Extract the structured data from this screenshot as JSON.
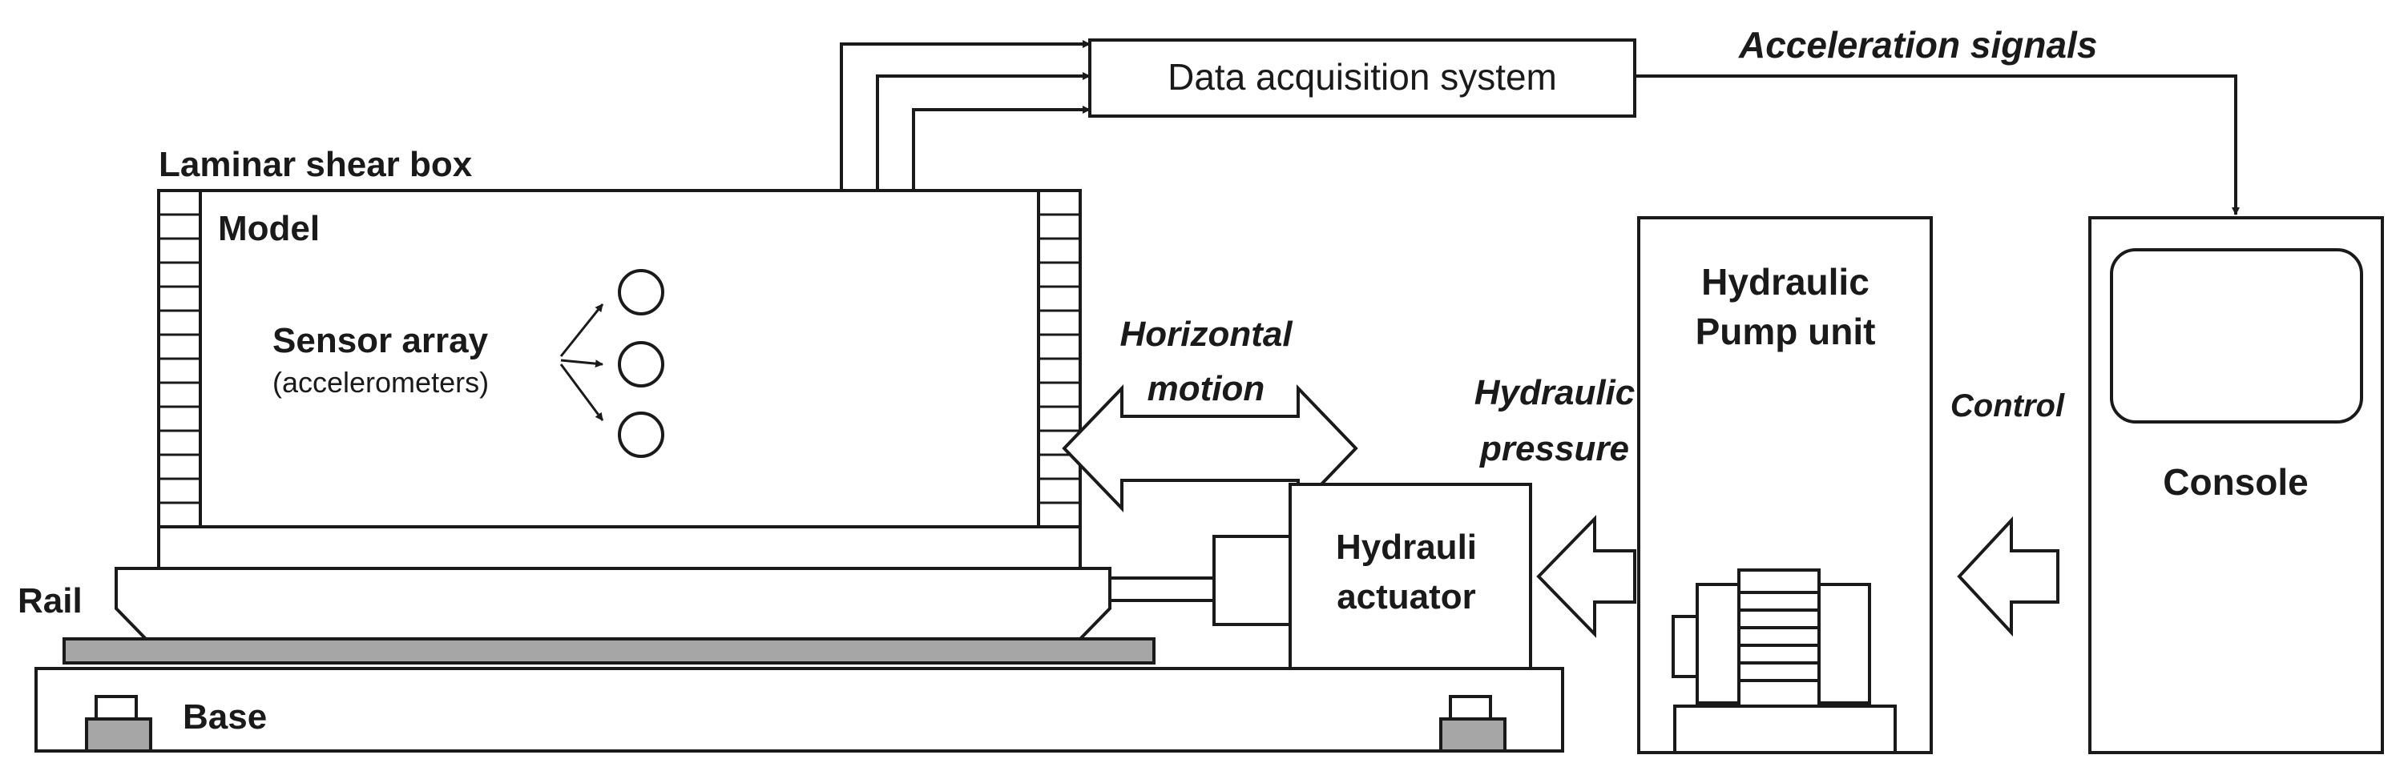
{
  "labels": {
    "daq": "Data acquisition system",
    "accel_signals": "Acceleration signals",
    "shear_box": "Laminar shear box",
    "model": "Model",
    "sensor_array": "Sensor array",
    "accelerometers": "(accelerometers)",
    "horizontal": "Horizontal",
    "motion": "motion",
    "hydraulic_pressure_1": "Hydraulic",
    "hydraulic_pressure_2": "pressure",
    "pump_1": "Hydraulic",
    "pump_2": "Pump unit",
    "control": "Control",
    "console": "Console",
    "actuator_1": "Hydrauli",
    "actuator_2": "actuator",
    "rail": "Rail",
    "base": "Base"
  },
  "colors": {
    "line": "#1a1a1a",
    "rail_fill": "#a6a6a6",
    "foot_fill": "#a6a6a6",
    "background": "#ffffff"
  }
}
